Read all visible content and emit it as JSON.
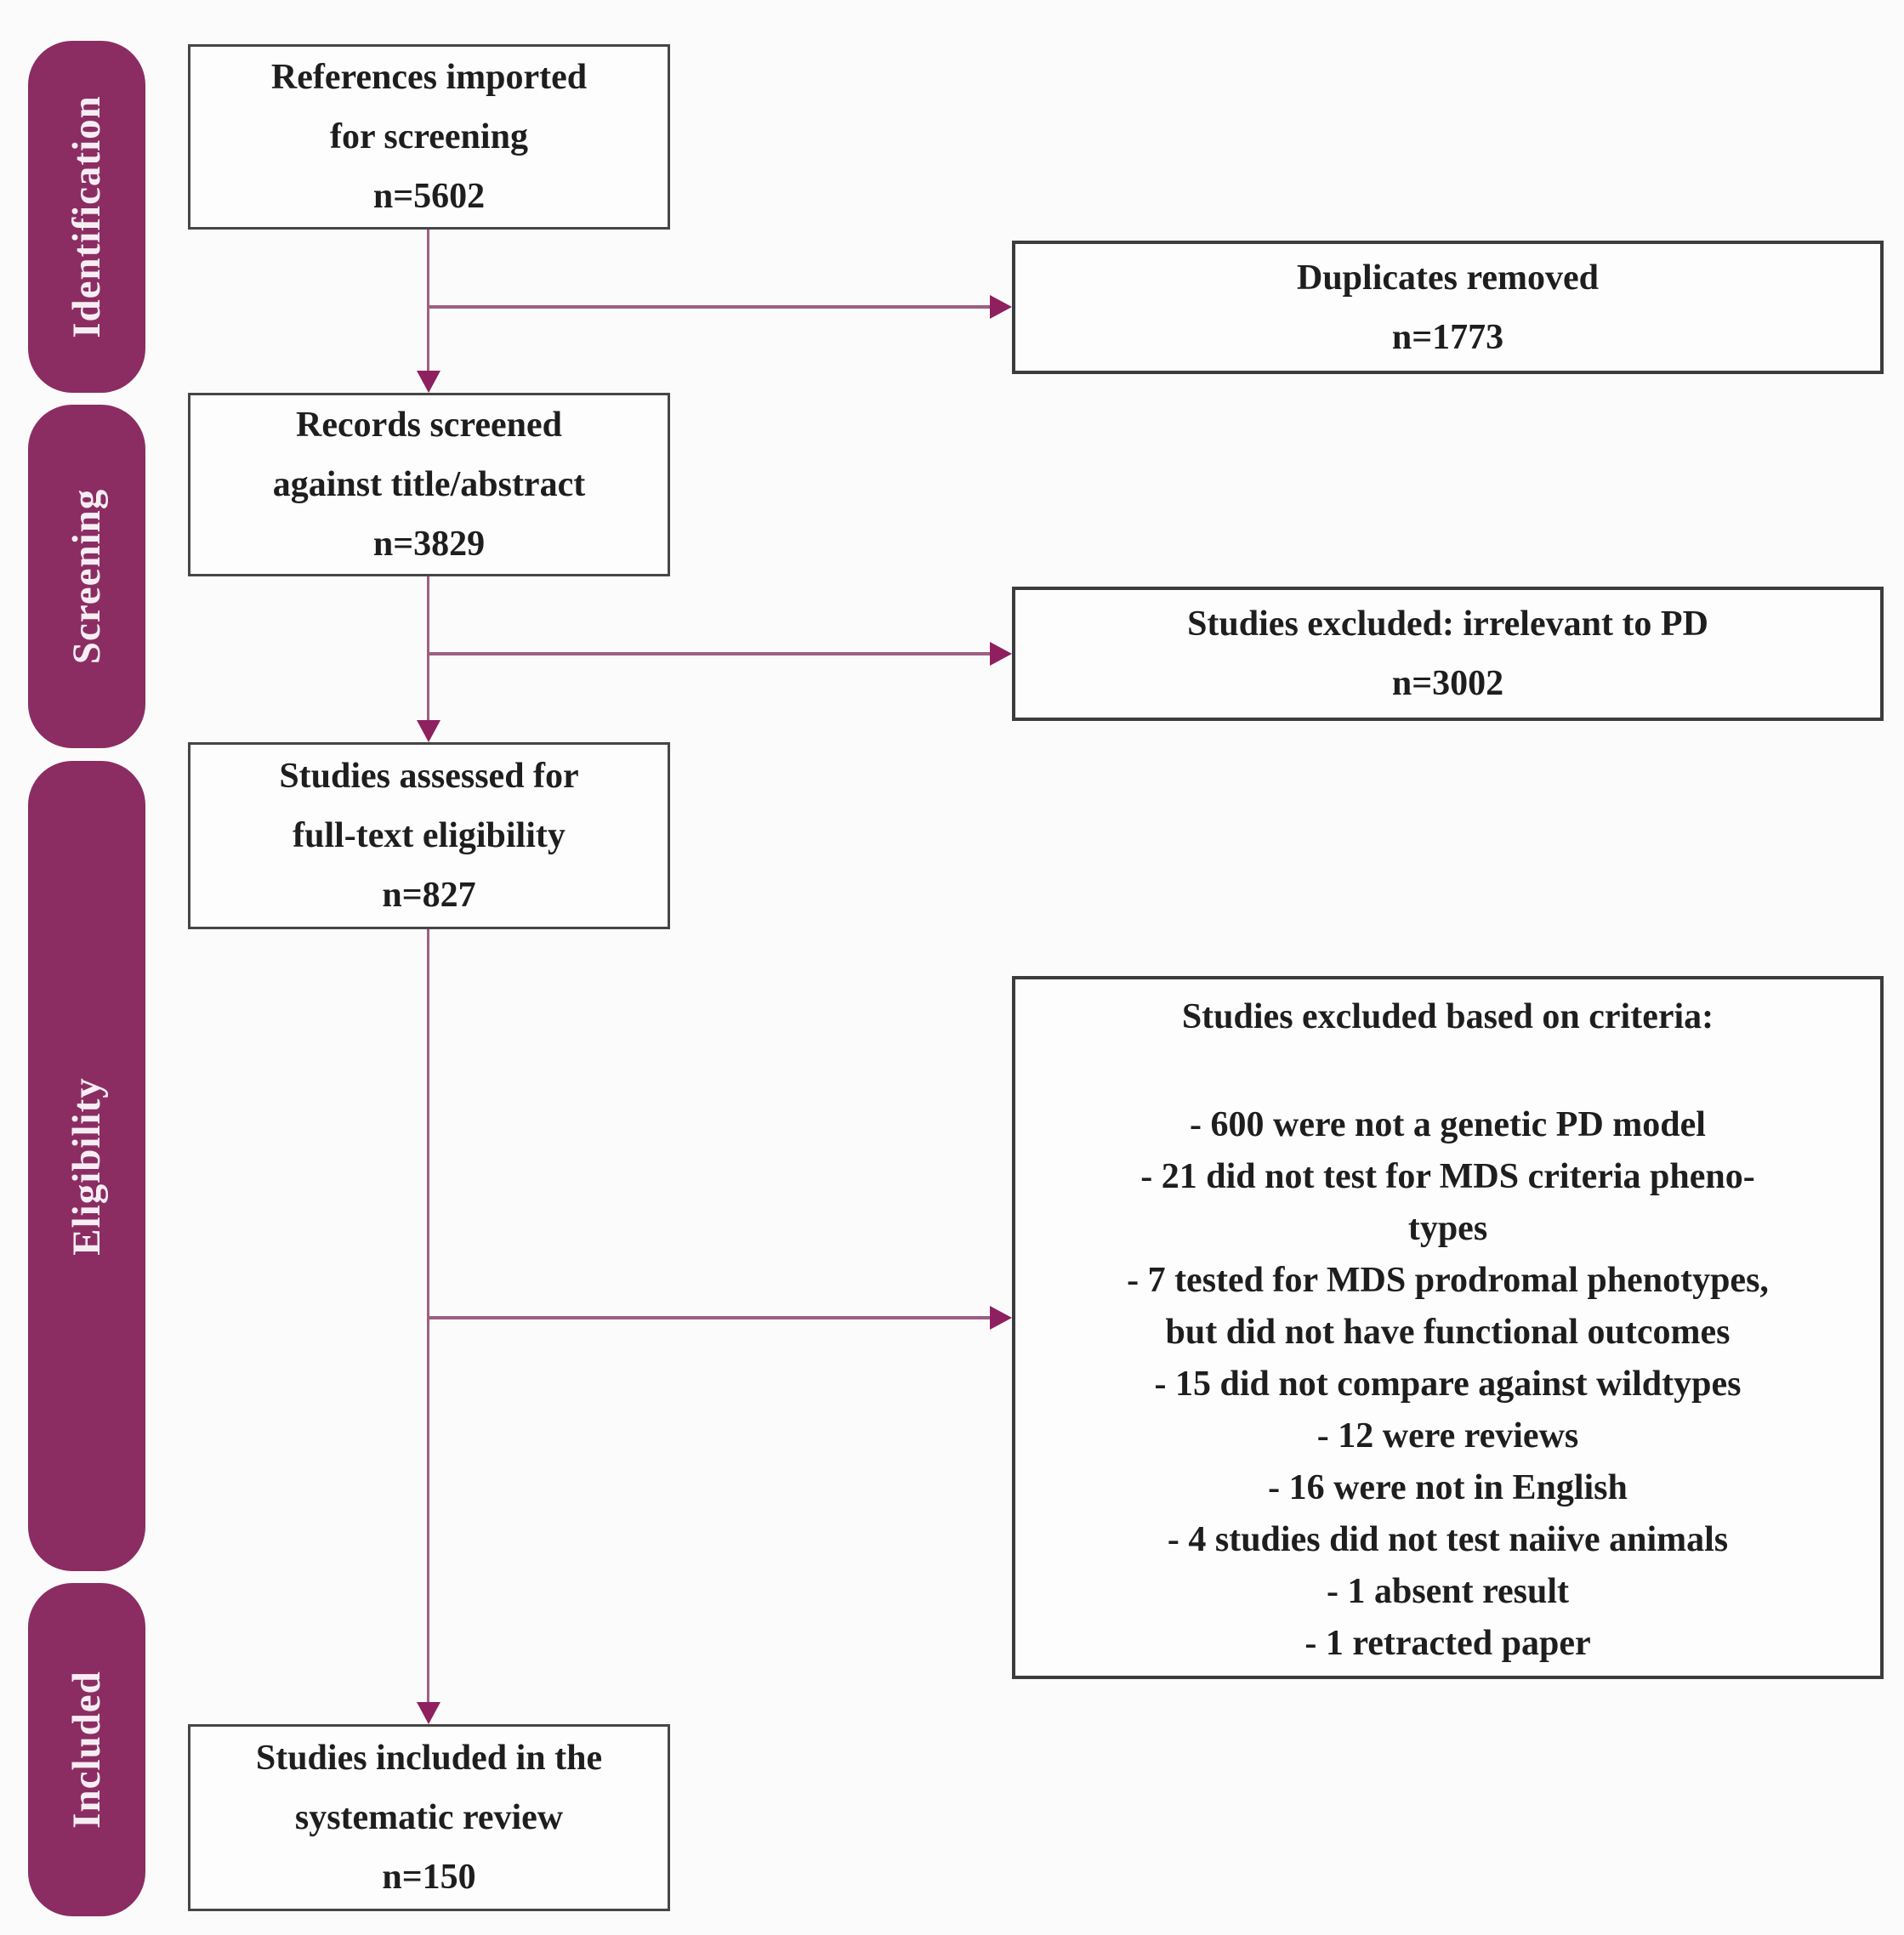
{
  "diagram": {
    "type": "prisma-flow",
    "colors": {
      "stage_fill": "#8b2d63",
      "stage_text": "#f7eef3",
      "arrow_line": "#9d5f82",
      "arrow_head": "#8e2060",
      "box_border": "#3c3c3c",
      "text": "#1e1e1e",
      "background": "#fcfbfb"
    },
    "stages": [
      {
        "label": "Identification"
      },
      {
        "label": "Screening"
      },
      {
        "label": "Eligibility"
      },
      {
        "label": "Included"
      }
    ],
    "main_boxes": [
      {
        "lines": [
          "References imported",
          "for screening",
          "n=5602"
        ]
      },
      {
        "lines": [
          "Records screened",
          "against title/abstract",
          "n=3829"
        ]
      },
      {
        "lines": [
          "Studies assessed for",
          "full-text eligibility",
          "n=827"
        ]
      },
      {
        "lines": [
          "Studies included in the",
          "systematic review",
          "n=150"
        ]
      }
    ],
    "side_boxes": [
      {
        "lines": [
          "Duplicates removed",
          "n=1773"
        ]
      },
      {
        "lines": [
          "Studies excluded: irrelevant to PD",
          "n=3002"
        ]
      },
      {
        "title": "Studies excluded based on criteria:",
        "lines": [
          "- 600 were not a genetic PD model",
          "- 21 did not test for MDS criteria pheno-",
          "types",
          "- 7 tested for MDS prodromal phenotypes,",
          "but did not have functional outcomes",
          "- 15 did not compare against wildtypes",
          "- 12 were reviews",
          "- 16 were not in English",
          "- 4 studies did not test naiive animals",
          "- 1 absent result",
          "- 1 retracted paper"
        ]
      }
    ]
  }
}
